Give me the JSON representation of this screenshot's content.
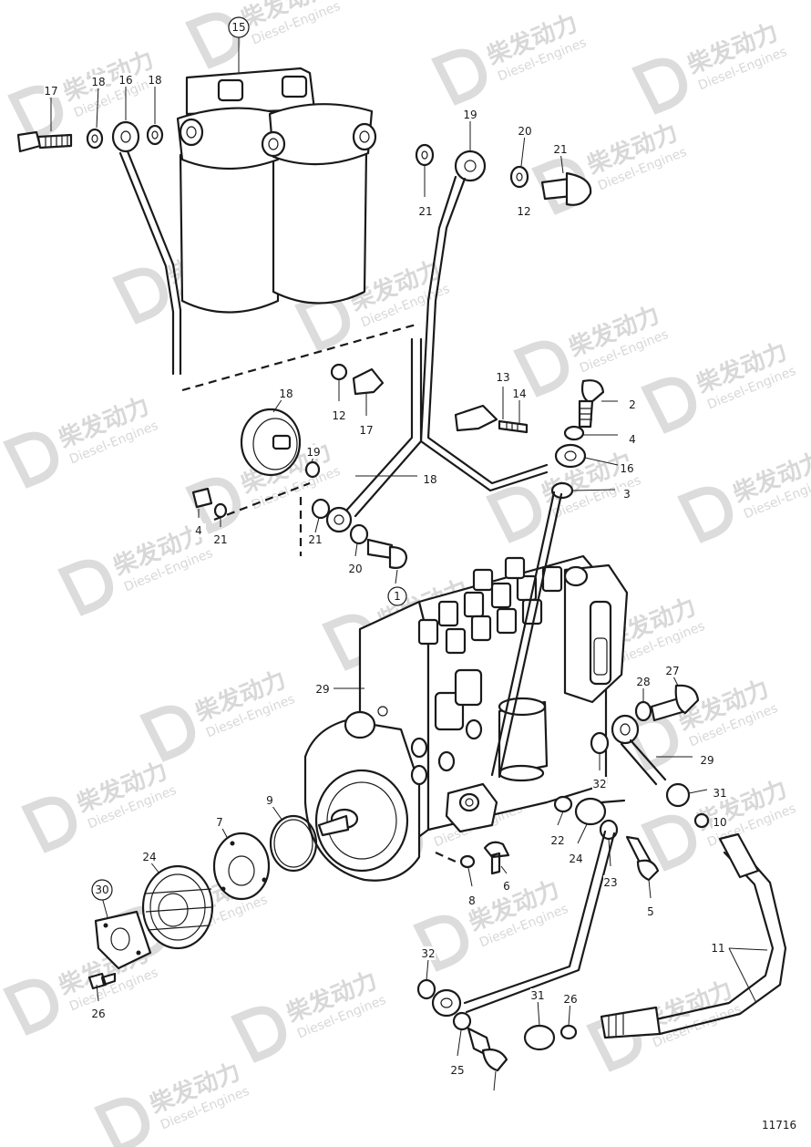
{
  "watermark": {
    "brand": "柴发动力",
    "subtitle": "Diesel-Engines"
  },
  "figure_id": "11716",
  "callouts": [
    {
      "label": "15",
      "circled": true
    },
    {
      "label": "17",
      "circled": false
    },
    {
      "label": "18",
      "circled": false
    },
    {
      "label": "16",
      "circled": false
    },
    {
      "label": "18",
      "circled": false
    },
    {
      "label": "19",
      "circled": false
    },
    {
      "label": "21",
      "circled": false
    },
    {
      "label": "20",
      "circled": false
    },
    {
      "label": "21",
      "circled": false
    },
    {
      "label": "12",
      "circled": false
    },
    {
      "label": "13",
      "circled": false
    },
    {
      "label": "14",
      "circled": false
    },
    {
      "label": "12",
      "circled": false
    },
    {
      "label": "17",
      "circled": false
    },
    {
      "label": "18",
      "circled": false
    },
    {
      "label": "19",
      "circled": false
    },
    {
      "label": "18",
      "circled": false
    },
    {
      "label": "2",
      "circled": false
    },
    {
      "label": "4",
      "circled": false
    },
    {
      "label": "16",
      "circled": false
    },
    {
      "label": "3",
      "circled": false
    },
    {
      "label": "4",
      "circled": false
    },
    {
      "label": "21",
      "circled": false
    },
    {
      "label": "21",
      "circled": false
    },
    {
      "label": "20",
      "circled": false
    },
    {
      "label": "1",
      "circled": true
    },
    {
      "label": "29",
      "circled": false
    },
    {
      "label": "28",
      "circled": false
    },
    {
      "label": "27",
      "circled": false
    },
    {
      "label": "29",
      "circled": false
    },
    {
      "label": "32",
      "circled": false
    },
    {
      "label": "31",
      "circled": false
    },
    {
      "label": "10",
      "circled": false
    },
    {
      "label": "9",
      "circled": false
    },
    {
      "label": "7",
      "circled": false
    },
    {
      "label": "24",
      "circled": false
    },
    {
      "label": "22",
      "circled": false
    },
    {
      "label": "24",
      "circled": false
    },
    {
      "label": "23",
      "circled": false
    },
    {
      "label": "5",
      "circled": false
    },
    {
      "label": "6",
      "circled": false
    },
    {
      "label": "8",
      "circled": false
    },
    {
      "label": "30",
      "circled": true
    },
    {
      "label": "11",
      "circled": false
    },
    {
      "label": "26",
      "circled": false
    },
    {
      "label": "32",
      "circled": false
    },
    {
      "label": "31",
      "circled": false
    },
    {
      "label": "26",
      "circled": false
    },
    {
      "label": "25",
      "circled": false
    }
  ]
}
